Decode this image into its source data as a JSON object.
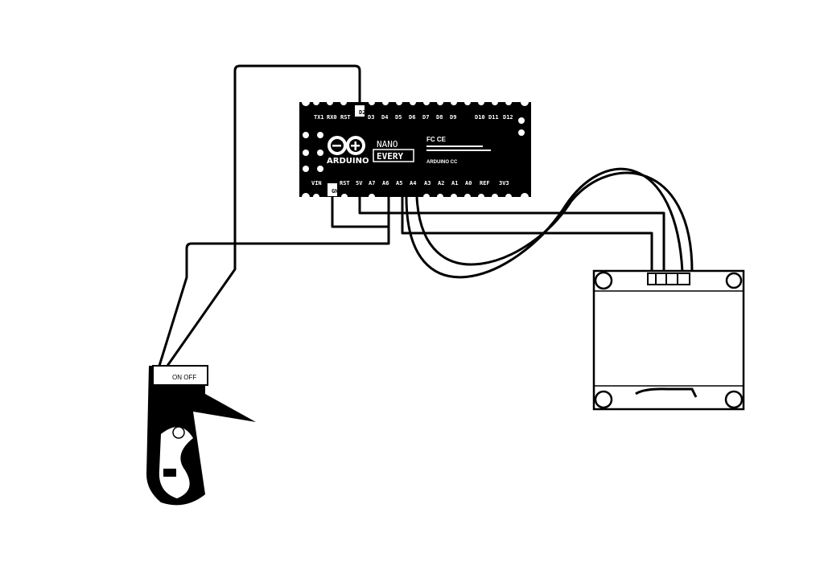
{
  "board": {
    "brand": "ARDUINO",
    "model_line1": "NANO",
    "model_line2": "EVERY",
    "cert": "FC CE",
    "footer": "ARDUINO CC",
    "top_pins": [
      "TX1",
      "RX0",
      "RST",
      "D2",
      "D3",
      "D4",
      "D5",
      "D6",
      "D7",
      "D8",
      "D9",
      "D10",
      "D11",
      "D12"
    ],
    "bottom_pins": [
      "VIN",
      "GND",
      "RST",
      "5V",
      "A7",
      "A6",
      "A5",
      "A4",
      "A3",
      "A2",
      "A1",
      "A0",
      "REF",
      "3V3"
    ]
  },
  "battery": {
    "switch_label": "ON OFF"
  },
  "colors": {
    "ink": "#000000",
    "paper": "#ffffff"
  }
}
